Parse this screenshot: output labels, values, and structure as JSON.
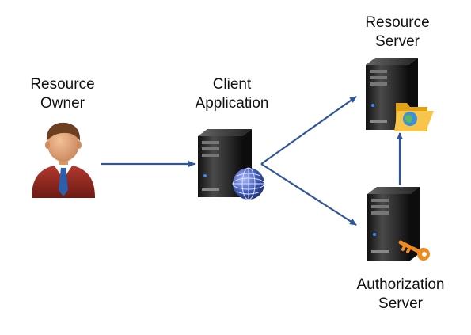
{
  "nodes": {
    "resource_owner": {
      "line1": "Resource",
      "line2": "Owner"
    },
    "client_application": {
      "line1": "Client",
      "line2": "Application"
    },
    "resource_server": {
      "line1": "Resource",
      "line2": "Server"
    },
    "authorization_server": {
      "line1": "Authorization",
      "line2": "Server"
    }
  },
  "edges": [
    {
      "from": "resource_owner",
      "to": "client_application"
    },
    {
      "from": "client_application",
      "to": "resource_server"
    },
    {
      "from": "client_application",
      "to": "authorization_server"
    },
    {
      "from": "authorization_server",
      "to": "resource_server"
    }
  ],
  "colors": {
    "arrow": "#2f5597",
    "server_body": "#2a2a2a",
    "globe": "#3a56b0",
    "folder": "#f0b020",
    "key": "#ef8a1e",
    "suit": "#9b2a21",
    "skin": "#e0a070",
    "hair": "#6b3f1f"
  },
  "icons": {
    "resource_owner": "person-icon",
    "client_application": "server-with-globe-icon",
    "resource_server": "server-with-folder-icon",
    "authorization_server": "server-with-key-icon"
  }
}
